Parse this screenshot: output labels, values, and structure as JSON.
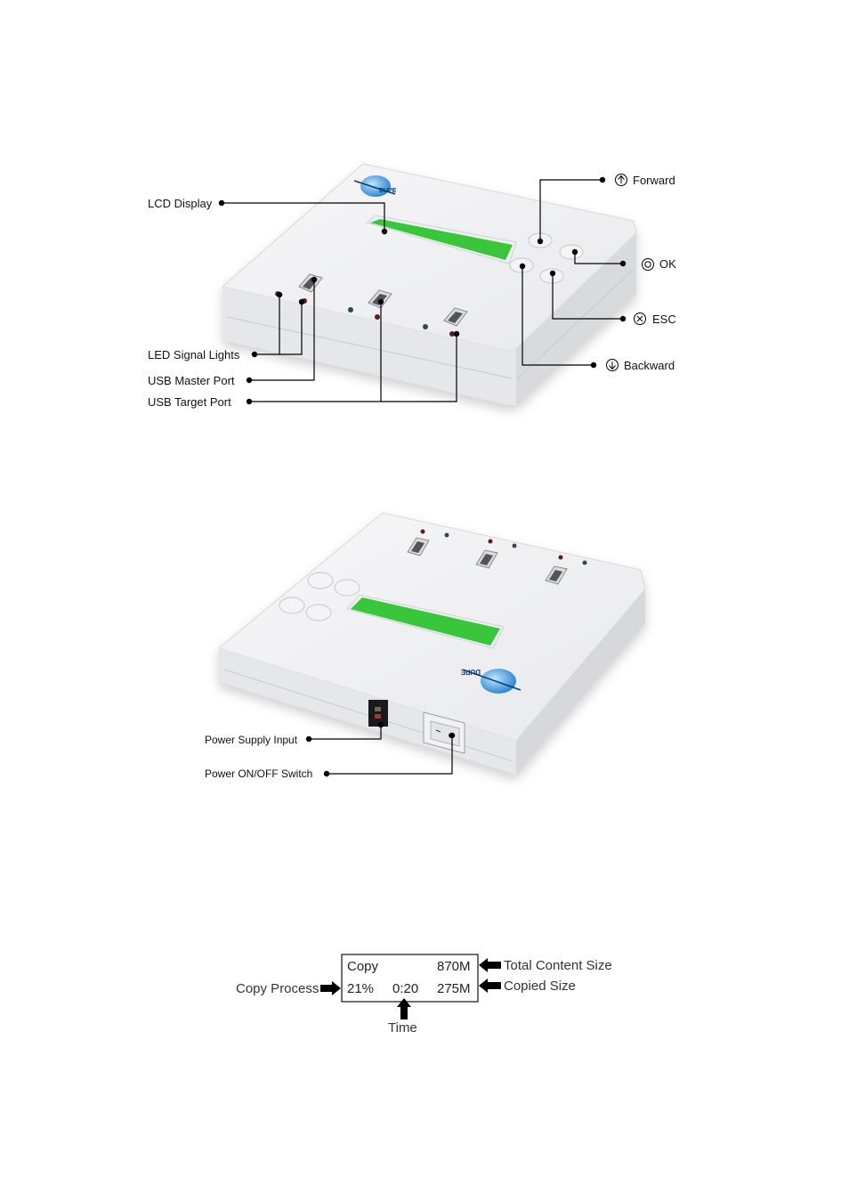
{
  "figure1": {
    "brand_logo": "EZ DUPE",
    "labels": {
      "lcd_display": "LCD Display",
      "led_signal_lights": "LED Signal Lights",
      "usb_master_port": "USB Master Port",
      "usb_target_port": "USB Target Port",
      "forward": "Forward",
      "ok": "OK",
      "esc": "ESC",
      "backward": "Backward"
    },
    "icons": {
      "forward": "arrow-up-circle-icon",
      "ok": "double-circle-icon",
      "esc": "x-circle-icon",
      "backward": "arrow-down-circle-icon"
    },
    "lcd_color": "#33cc33"
  },
  "figure2": {
    "brand_logo": "EZ DUPE",
    "labels": {
      "power_supply_input": "Power Supply Input",
      "power_switch": "Power ON/OFF Switch"
    }
  },
  "figure3": {
    "lcd": {
      "line1_left": "Copy",
      "line1_right": "870M",
      "line2_percent": "21%",
      "line2_time": "0:20",
      "line2_right": "275M"
    },
    "annotations": {
      "total_content_size": "Total Content Size",
      "copied_size": "Copied Size",
      "copy_process": "Copy Process",
      "time": "Time"
    }
  }
}
